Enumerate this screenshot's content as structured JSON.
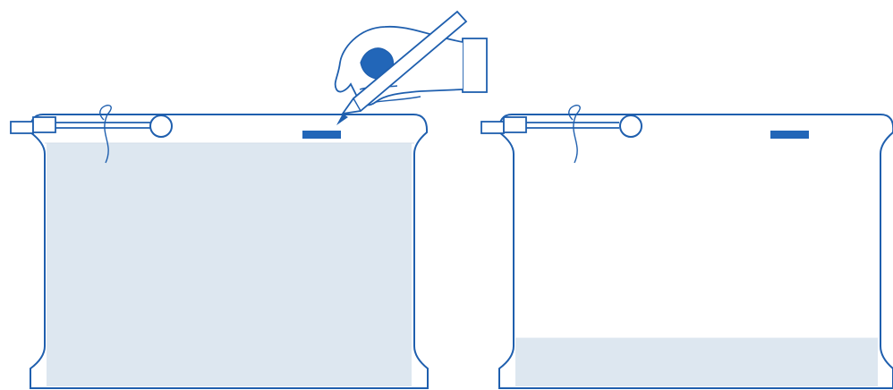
{
  "colors": {
    "outline": "#1f5fae",
    "accent": "#2266b8",
    "fill": "#dde7f0",
    "background": "#ffffff"
  },
  "panels": [
    {
      "id": "left",
      "fill_level": 1.0,
      "has_pen": true
    },
    {
      "id": "right",
      "fill_level": 0.2,
      "has_pen": false
    }
  ],
  "icons": {
    "hand": "hand-holding-pen-icon",
    "pen": "pen-icon",
    "key": "key-icon"
  }
}
